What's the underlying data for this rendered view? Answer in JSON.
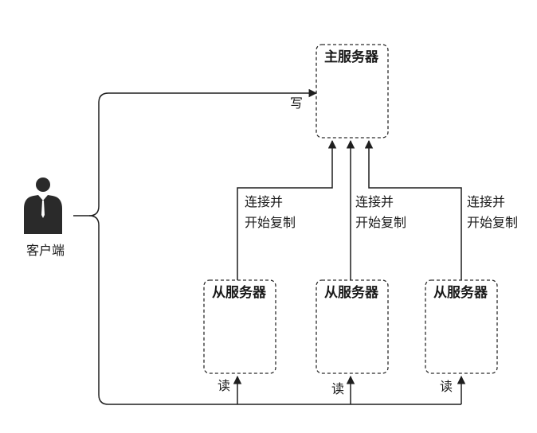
{
  "client": {
    "label": "客户端",
    "icon": "businessman-icon"
  },
  "master": {
    "title": "主服务器",
    "write_label": "写"
  },
  "slaves": [
    {
      "title": "从服务器",
      "link_label_line1": "连接并",
      "link_label_line2": "开始复制",
      "read_label": "读"
    },
    {
      "title": "从服务器",
      "link_label_line1": "连接并",
      "link_label_line2": "开始复制",
      "read_label": "读"
    },
    {
      "title": "从服务器",
      "link_label_line1": "连接并",
      "link_label_line2": "开始复制",
      "read_label": "读"
    }
  ]
}
